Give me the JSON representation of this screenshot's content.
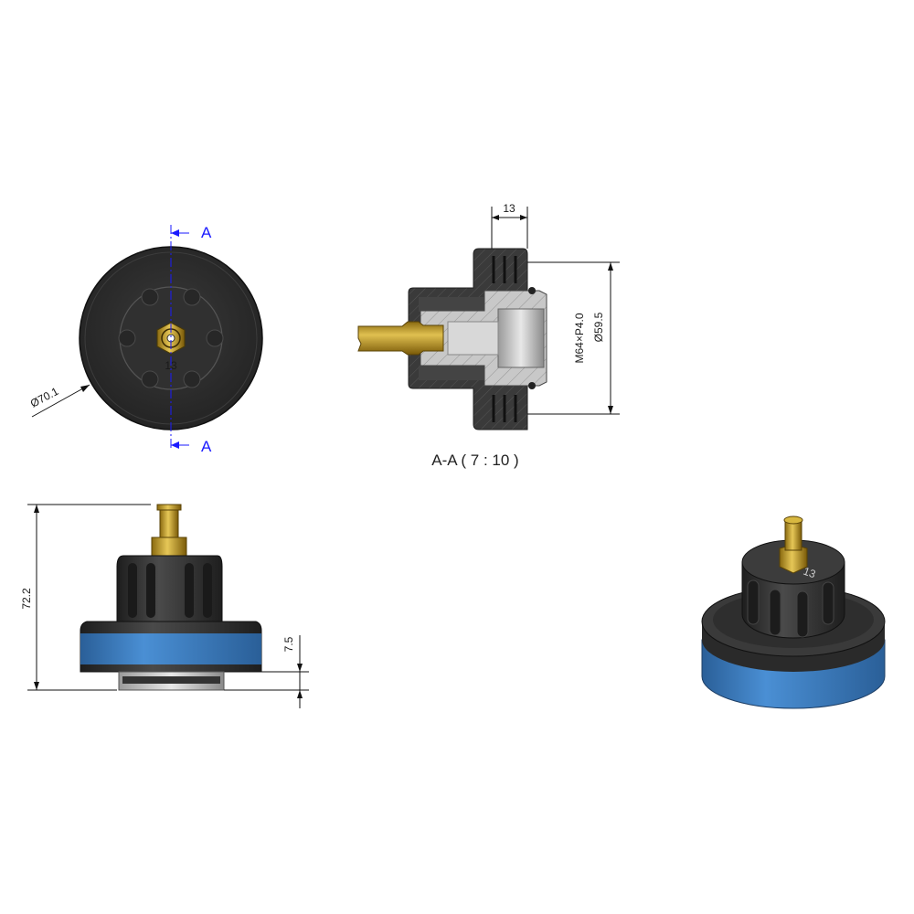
{
  "top_view": {
    "section_marker_top": "A",
    "section_marker_bottom": "A",
    "diameter_label": "Ø70.1",
    "hex_size_label": "13"
  },
  "section_view": {
    "width_dim": "13",
    "thread_label": "M64×P4.0",
    "diameter_label": "Ø59.5",
    "caption": "A-A ( 7 : 10 )"
  },
  "side_view": {
    "height_dim": "72.2",
    "thread_height_dim": "7.5"
  },
  "iso_view": {
    "hex_size_label": "13"
  },
  "colors": {
    "body": "#2b2b2b",
    "band": "#3b7fc4",
    "brass": "#c9a227",
    "section_line": "#1a1aff"
  }
}
